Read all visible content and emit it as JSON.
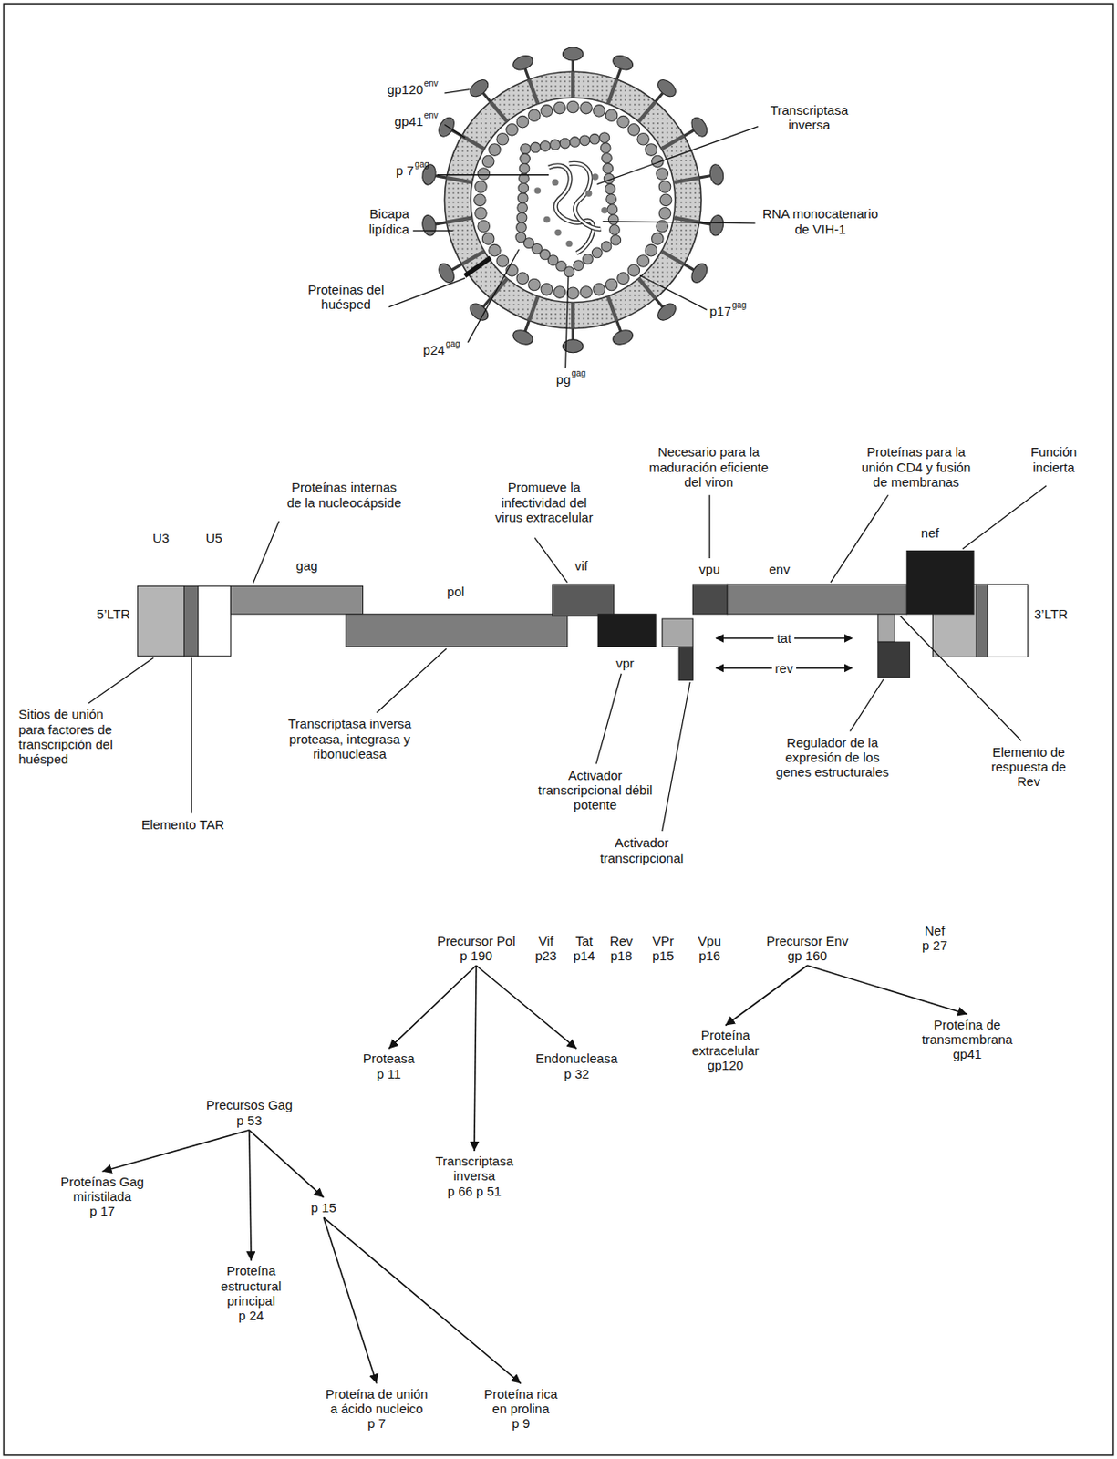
{
  "diagram": {
    "nodes": [
      {
        "text": [
          "Precursor Pol",
          "p 190"
        ]
      },
      {
        "text": [
          "Precursor Env",
          "gp 160"
        ]
      },
      {
        "text": [
          "Proteasa",
          "p 11"
        ]
      },
      {
        "text": [
          "Endonucleasa",
          "p 32"
        ]
      },
      {
        "text": [
          "Proteína extracelular",
          "gp120"
        ]
      },
      {
        "text": [
          "Proteína de transmembrana",
          "gp41"
        ]
      },
      {
        "text": [
          "Precursos Gag",
          "p 53"
        ]
      },
      {
        "text": [
          "Transcriptasa inversa",
          "p 66 p 51"
        ]
      },
      {
        "text": [
          "Proteínas Gag miristilada",
          "p 17"
        ]
      },
      {
        "text": [
          "p 15"
        ]
      },
      {
        "text": [
          "Proteína estructural principal",
          "p 24"
        ]
      },
      {
        "text": [
          "Proteína de unión a ácido nucleico",
          "p 7"
        ]
      },
      {
        "text": [
          "Proteína rica en prolina",
          "p 9"
        ]
      }
    ],
    "edges": [
      {
        "from": 0,
        "to": 2,
        "arrow": "to"
      },
      {
        "from": 0,
        "to": 7,
        "arrow": "to"
      },
      {
        "from": 0,
        "to": 3,
        "arrow": "to"
      },
      {
        "from": 1,
        "to": 4,
        "arrow": "to"
      },
      {
        "from": 1,
        "to": 5,
        "arrow": "to"
      },
      {
        "from": 6,
        "to": 8,
        "arrow": "to"
      },
      {
        "from": 6,
        "to": 10,
        "arrow": "to"
      },
      {
        "from": 6,
        "to": 9,
        "arrow": "to"
      },
      {
        "from": 9,
        "to": 11,
        "arrow": "to"
      },
      {
        "from": 9,
        "to": 12,
        "arrow": "to"
      }
    ],
    "labels": [
      "gp120",
      "env",
      "gp41",
      "env",
      "Transcriptasa inversa",
      "p 7",
      "gag",
      "Bicapa lipídica",
      "RNA monocatenario de VIH-1",
      "Proteínas del huésped",
      "p17",
      "gag",
      "p24",
      "gag",
      "pg",
      "gag",
      "Necesario para la maduración eficiente del viron",
      "Proteínas para la unión CD4 y fusión de membranas",
      "Función incierta",
      "Proteínas internas de la nucleocápside",
      "Promueve la infectividad del virus extracelular",
      "U3",
      "U5",
      "gag",
      "pol",
      "vif",
      "vpu",
      "env",
      "nef",
      "5’LTR",
      "3’LTR",
      "tat",
      "rev",
      "vpr",
      "Sitios de unión para factores de transcripción del huésped",
      "Transcriptasa inversa proteasa, integrasa y ribonucleasa",
      "Activador transcripcional débil potente",
      "Regulador de la expresión de los genes estructurales",
      "Elemento de respuesta de Rev",
      "Elemento TAR",
      "Activador transcripcional",
      "Vif",
      "p23",
      "Tat",
      "p14",
      "Rev",
      "p18",
      "VPr",
      "p15",
      "Vpu",
      "p16",
      "Nef",
      "p 27"
    ]
  }
}
